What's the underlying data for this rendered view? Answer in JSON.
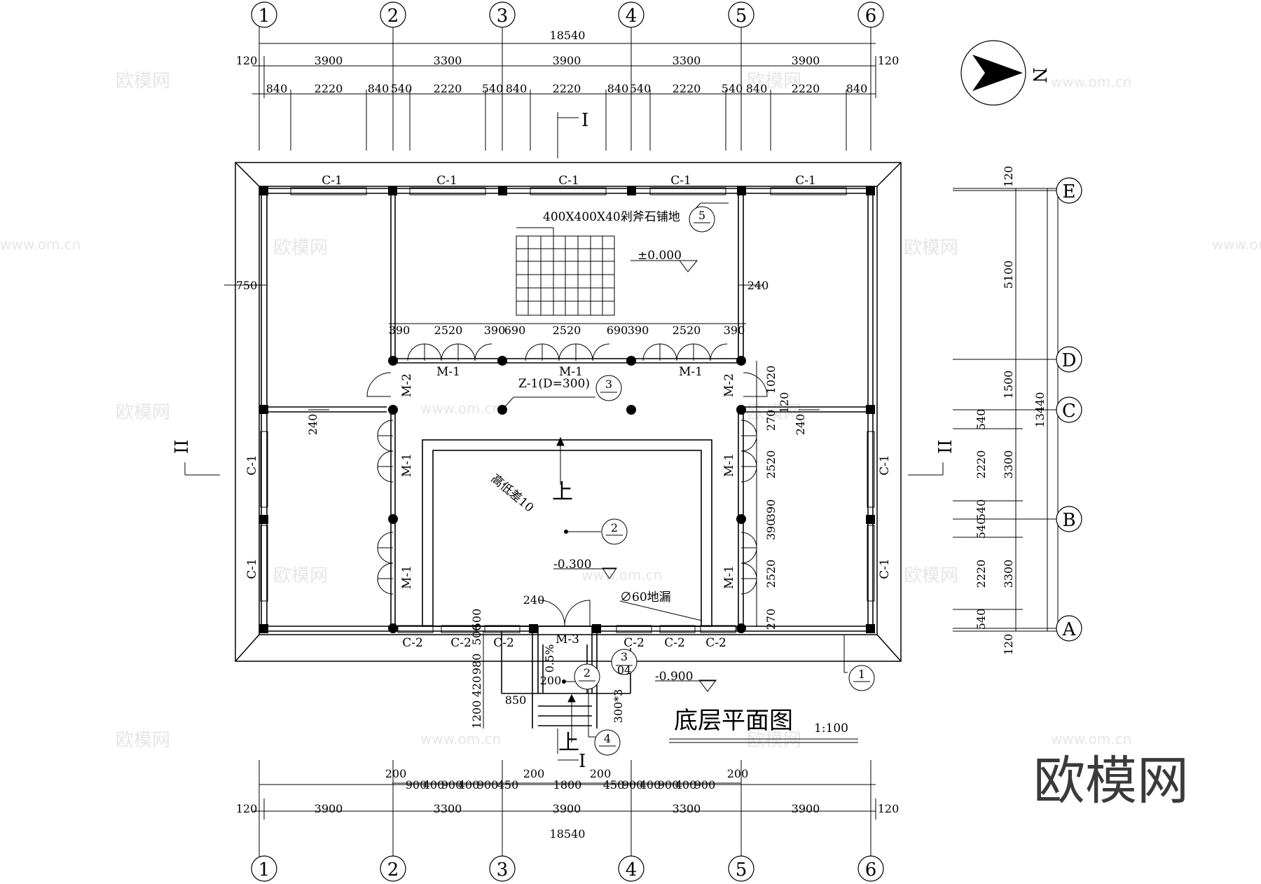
{
  "title": "底层平面图",
  "scale": "1:100",
  "north": "N",
  "logo_text": "欧模网",
  "watermark_cn": "欧模网",
  "watermark_url": "www.om.cn",
  "axes_top": [
    "1",
    "2",
    "3",
    "4",
    "5",
    "6"
  ],
  "axes_right": [
    "E",
    "D",
    "C",
    "B",
    "A"
  ],
  "total_width": "18540",
  "total_depth": "13440",
  "edge": "120",
  "bays": [
    "3900",
    "3300",
    "3900",
    "3300",
    "3900"
  ],
  "top_sub": [
    "840",
    "2220",
    "840",
    "540",
    "2220",
    "540",
    "840",
    "2220",
    "840",
    "540",
    "2220",
    "540",
    "840",
    "2220",
    "840"
  ],
  "bottom_sub": [
    "200",
    "900",
    "400",
    "900",
    "400",
    "900",
    "450",
    "1800",
    "450",
    "900",
    "400",
    "900",
    "400",
    "900",
    "200"
  ],
  "right_bays": [
    "5100",
    "1500",
    "3300",
    "3300"
  ],
  "right_sub": [
    "540",
    "2220",
    "540",
    "540",
    "2220",
    "540"
  ],
  "inner_top": [
    "390",
    "2520",
    "390",
    "690",
    "2520",
    "690",
    "390",
    "2520",
    "390"
  ],
  "inner_right": [
    "270",
    "2520",
    "390",
    "390",
    "2520",
    "270"
  ],
  "labels": {
    "c1": "C-1",
    "c2": "C-2",
    "m1": "M-1",
    "m2": "M-2",
    "m3": "M-3",
    "pave": "400X400X40剁斧石铺地",
    "pave_ref": "5",
    "col": "Z-1(D=300)",
    "col_ref": "3",
    "level0": "±0.000",
    "level1": "-0.300",
    "level2": "-0.900",
    "drain": "∅60地漏",
    "diff": "高低差10",
    "up": "上",
    "slope": "0.5%",
    "d750": "750",
    "d240": "240",
    "d1020": "1020",
    "d120": "120",
    "d500": "500",
    "d980": "980",
    "d420": "420",
    "d1200": "1200",
    "d850": "850",
    "d200": "200",
    "d300x3": "300*3",
    "sec1": "I",
    "sec2": "II",
    "ref2": "2",
    "ref3": "3",
    "ref04": "04",
    "ref4": "4",
    "ref1": "1"
  }
}
